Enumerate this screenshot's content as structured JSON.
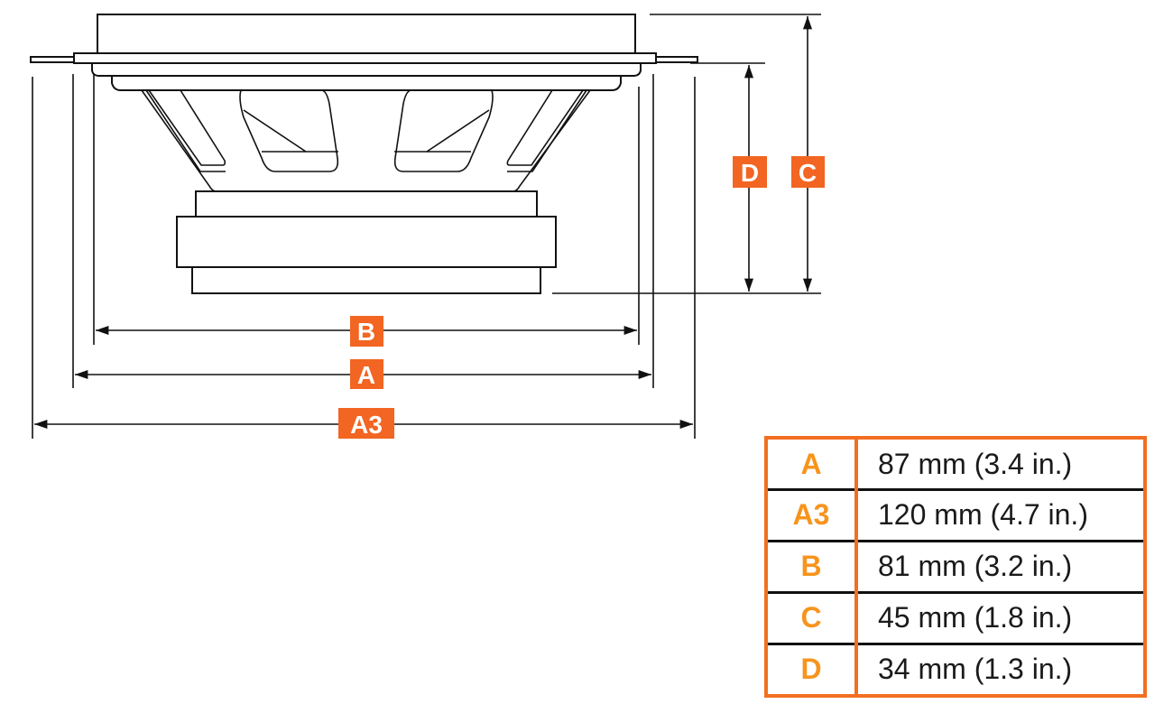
{
  "labels": {
    "A": "A",
    "A3": "A3",
    "B": "B",
    "C": "C",
    "D": "D"
  },
  "colors": {
    "accent": "#f26522",
    "table_border": "#f26f21",
    "table_key": "#f7941d"
  },
  "specs": [
    {
      "key": "A",
      "value": "87 mm (3.4 in.)"
    },
    {
      "key": "A3",
      "value": "120 mm (4.7 in.)"
    },
    {
      "key": "B",
      "value": "81 mm (3.2 in.)"
    },
    {
      "key": "C",
      "value": "45 mm (1.8 in.)"
    },
    {
      "key": "D",
      "value": "34 mm (1.3 in.)"
    }
  ]
}
